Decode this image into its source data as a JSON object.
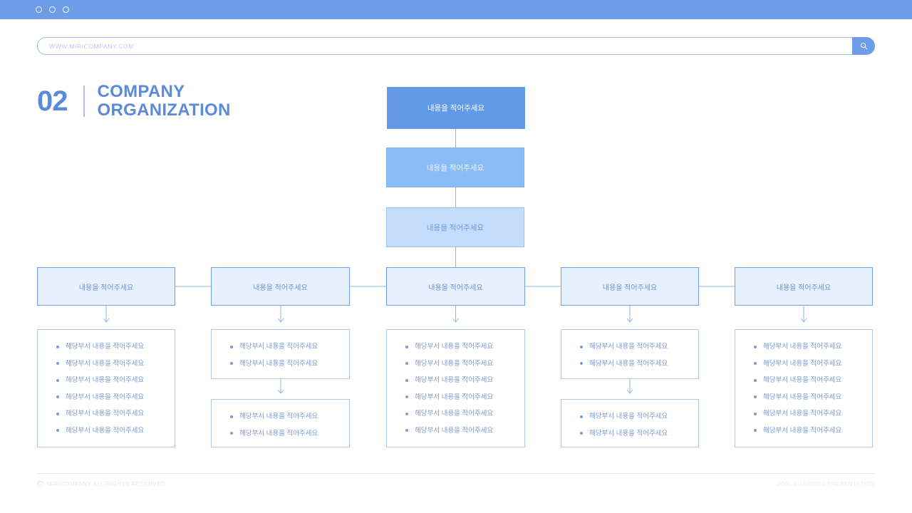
{
  "browser": {
    "dots": [
      "dot-1",
      "dot-2",
      "dot-3"
    ],
    "url_value": "WWW.MIRICOMPANY.COM",
    "search_icon": "search-icon"
  },
  "title": {
    "number": "02",
    "line1": "COMPANY",
    "line2": "ORGANIZATION"
  },
  "org": {
    "level1": "내용을 적어주세요",
    "level2": "내용을 적어주세요",
    "level3": "내용을 적어주세요",
    "departments": [
      "내용을 적어주세요",
      "내용을 적어주세요",
      "내용을 적어주세요",
      "내용을 적어주세요",
      "내용을 적어주세요"
    ],
    "columns": [
      {
        "boxes": [
          {
            "items": [
              "해당부서 내용을 적어주세요",
              "해당부서 내용을 적어주세요",
              "해당부서 내용을 적어주세요",
              "해당부서 내용을 적어주세요",
              "해당부서 내용을 적어주세요",
              "해당부서 내용을 적어주세요"
            ]
          }
        ]
      },
      {
        "boxes": [
          {
            "items": [
              "해당부서 내용을 적어주세요",
              "해당부서 내용을 적어주세요"
            ]
          },
          {
            "items": [
              "해당부서 내용을 적어주세요",
              "해당부서 내용을 적어주세요"
            ]
          }
        ]
      },
      {
        "boxes": [
          {
            "items": [
              "해당부서 내용을 적어주세요",
              "해당부서 내용을 적어주세요",
              "해당부서 내용을 적어주세요",
              "해당부서 내용을 적어주세요",
              "해당부서 내용을 적어주세요",
              "해당부서 내용을 적어주세요"
            ]
          }
        ]
      },
      {
        "boxes": [
          {
            "items": [
              "해당부서 내용을 적어주세요",
              "해당부서 내용을 적어주세요"
            ]
          },
          {
            "items": [
              "해당부서 내용을 적어주세요",
              "해당부서 내용을 적어주세요"
            ]
          }
        ]
      },
      {
        "boxes": [
          {
            "items": [
              "해당부서 내용을 적어주세요",
              "해당부서 내용을 적어주세요",
              "해당부서 내용을 적어주세요",
              "해당부서 내용을 적어주세요",
              "해당부서 내용을 적어주세요",
              "해당부서 내용을 적어주세요"
            ]
          }
        ]
      }
    ]
  },
  "footer": {
    "copyright": "MIRICOMPANY ALL RIGHTS RESERVED.",
    "copyright_mark": "C",
    "right": "2060 BUSINESS PRESENTATION"
  },
  "colors": {
    "chrome_blue": "#6f9ce8",
    "node_l1": "#629ae6",
    "node_l2": "#8cbcf5",
    "node_l3": "#c5ddfa",
    "dept_fill": "#e7f0fd",
    "dept_border": "#6f9ce8",
    "text_blue": "#7d9ad4",
    "title_blue": "#5b8ada"
  }
}
